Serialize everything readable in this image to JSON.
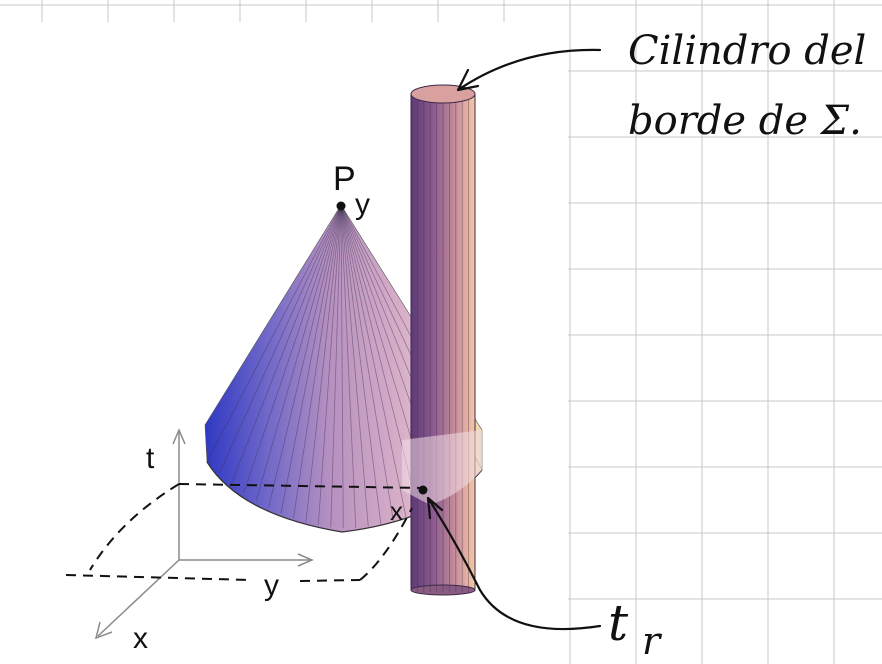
{
  "labels": {
    "point": "P",
    "apex_var": "y",
    "axis_t": "t",
    "axis_y": "y",
    "axis_x": "x",
    "base_var": "x"
  },
  "annotations": {
    "cylinder_line1": "Cilindro del",
    "cylinder_line2": "borde de Σ.",
    "intersection": "t",
    "intersection_sub": "r"
  },
  "colors": {
    "cone_dark": "#3a45c8",
    "cone_light": "#f2d8e4",
    "cylinder_dark": "#6a3f7e",
    "cylinder_light": "#f3c7a7",
    "grid": "#c9c9c9",
    "ink": "#111111"
  }
}
